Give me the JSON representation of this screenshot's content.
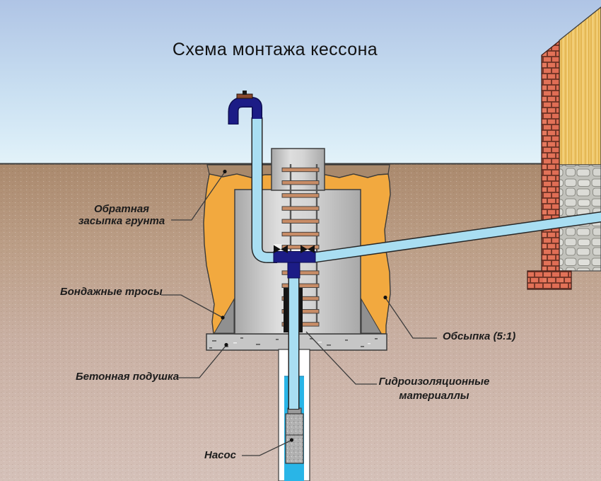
{
  "title": "Схема монтажа кессона",
  "labels": {
    "backfill": {
      "line1": "Обратная",
      "line2": "засыпка грунта"
    },
    "strap_cables": "Бондажные тросы",
    "concrete_pad": "Бетонная подушка",
    "sand_fill": "Обсыпка (5:1)",
    "waterproofing": {
      "line1": "Гидроизоляционные",
      "line2": "материаллы"
    },
    "pump": "Насос"
  },
  "colors": {
    "sky_top": "#afc4e5",
    "sky_horizon": "#e3f2f9",
    "ground_top": "#ab8a6e",
    "ground_bottom": "#d5c1b9",
    "sand_backfill": "#f2a93f",
    "soil_backfill": "#a8896c",
    "caisson_grey": "#cfcfcf",
    "concrete_pad": "#c6c6c6",
    "pipe_light_blue": "#a9def2",
    "fittings_navy": "#1c1c86",
    "well_water_cyan": "#29b5e7",
    "brick_red": "#e27258",
    "house_wall_yellow": "#efc768",
    "stone_foundation_grey": "#d0d0cb",
    "waterproofing_black": "#141414",
    "ladder_rung_brown": "#c88c66",
    "label_text": "#1c1c1c"
  }
}
